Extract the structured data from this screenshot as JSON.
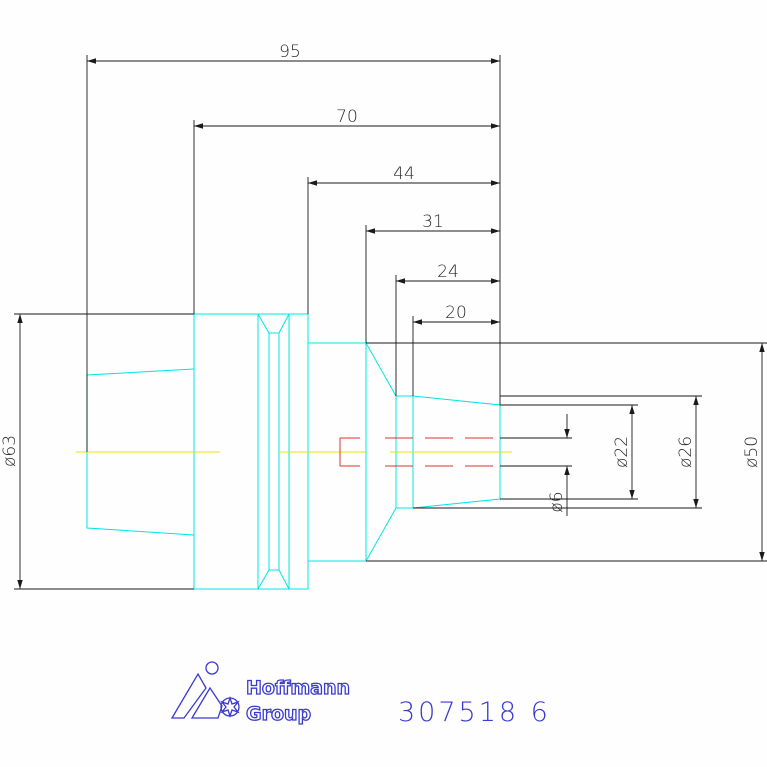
{
  "dimensions": {
    "d95": "95",
    "d70": "70",
    "d44": "44",
    "d31": "31",
    "d24": "24",
    "d20": "20",
    "dia63": "ø63",
    "dia22": "ø22",
    "dia26": "ø26",
    "dia50": "ø50",
    "dia6": "ø6"
  },
  "brand": {
    "line1": "Hoffmann",
    "line2": "Group"
  },
  "part_number": "307518 6",
  "colors": {
    "outline": "#00e5e5",
    "dimension": "#1a1a1a",
    "centerline": "#e6e600",
    "hidden": "#e03030",
    "logo": "#3a3ad0"
  }
}
